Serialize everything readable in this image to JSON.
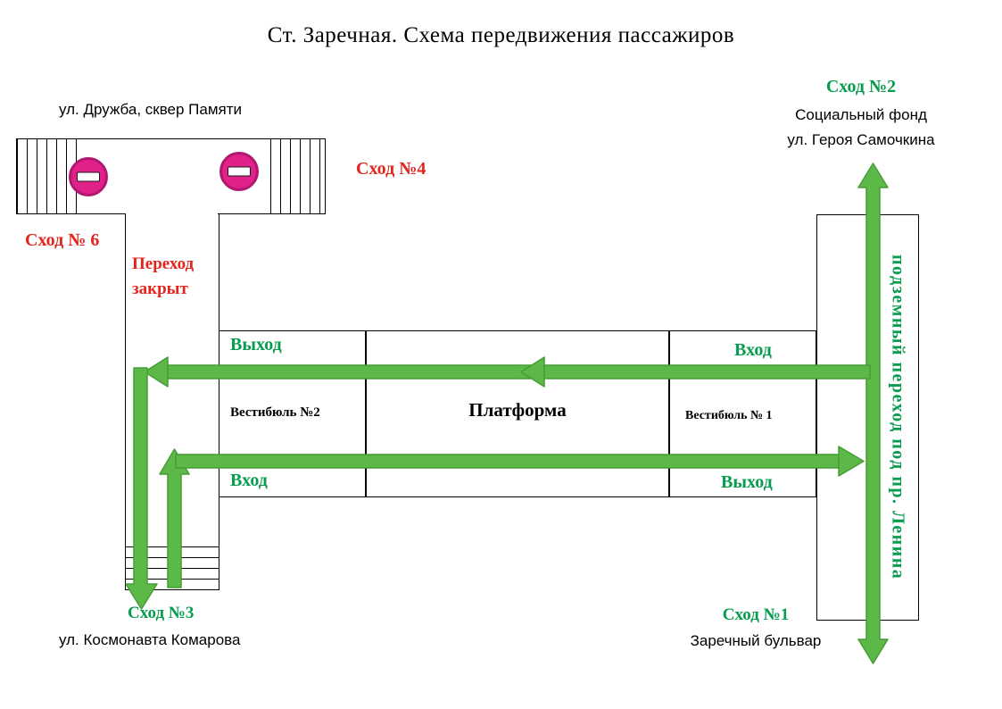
{
  "title": "Ст. Заречная. Схема передвижения пассажиров",
  "colors": {
    "text_green": "#089c4e",
    "arrow_green": "#5cb947",
    "arrow_outline": "#469c36",
    "alert_red": "#e3251d",
    "sign_magenta": "#e0218a"
  },
  "top_left_area": {
    "street_label": "ул. Дружба, сквер Памяти",
    "exit4": "Сход №4",
    "exit6": "Сход № 6",
    "closed_notice_line1": "Переход",
    "closed_notice_line2": "закрыт",
    "signs": [
      "no-entry-sign",
      "no-entry-sign"
    ]
  },
  "station": {
    "vestibule2": {
      "exit_label": "Выход",
      "name": "Вестибюль №2",
      "entry_label": "Вход"
    },
    "platform": {
      "name": "Платформа"
    },
    "vestibule1": {
      "entry_label": "Вход",
      "name": "Вестибюль № 1",
      "exit_label": "Выход"
    },
    "underground_passage_label": "подземный переход под пр. Ленина"
  },
  "exits": {
    "exit1": {
      "label": "Сход №1",
      "description": "Заречный бульвар"
    },
    "exit2": {
      "label": "Сход №2",
      "description_line1": "Социальный фонд",
      "description_line2": "ул. Героя Самочкина"
    },
    "exit3": {
      "label": "Сход №3",
      "description": "ул. Космонавта Комарова"
    }
  }
}
